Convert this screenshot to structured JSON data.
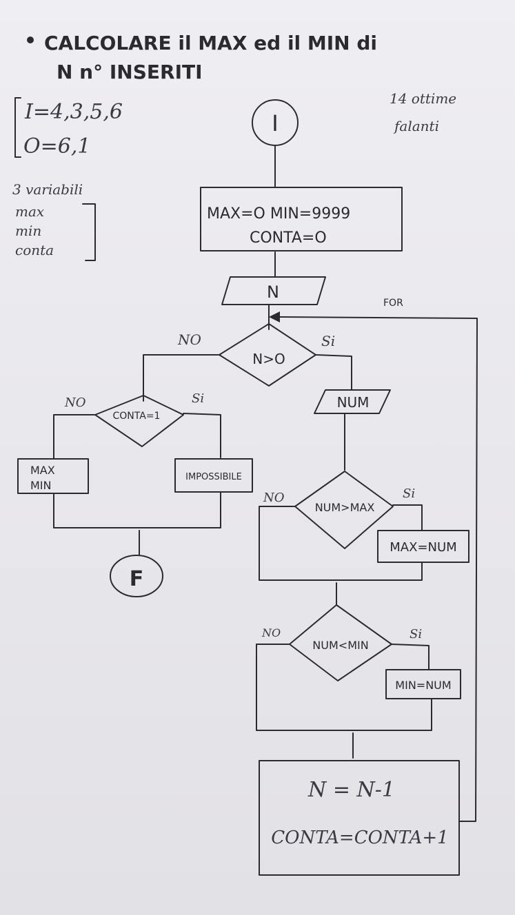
{
  "title": {
    "line1": "CALCOLARE il MAX ed il MIN di",
    "line2": "N n° INSERITI"
  },
  "test_values": {
    "input": "I=4,3,5,6",
    "output": "O=6,1"
  },
  "variables_note": {
    "heading": "3 variabili",
    "items": [
      "max",
      "min",
      "conta"
    ]
  },
  "corner_note": {
    "line1": "14 ottime",
    "line2": "falanti"
  },
  "flowchart": {
    "start": "I",
    "init_line1": "MAX=O  MIN=9999",
    "init_line2": "CONTA=O",
    "input_n": "N",
    "loop_label": "FOR",
    "cond_n": "N>O",
    "cond_n_no": "NO",
    "cond_n_yes": "Si",
    "input_num": "NUM",
    "cond_conta": "CONTA=1",
    "cond_conta_no": "NO",
    "cond_conta_yes": "Si",
    "out_maxmin_line1": "MAX",
    "out_maxmin_line2": "MIN",
    "out_impossible": "IMPOSSIBILE",
    "end": "F",
    "cond_max": "NUM>MAX",
    "cond_max_no": "NO",
    "cond_max_yes": "Si",
    "assign_max": "MAX=NUM",
    "cond_min": "NUM<MIN",
    "cond_min_no": "NO",
    "cond_min_yes": "Si",
    "assign_min": "MIN=NUM",
    "update_line1": "N = N-1",
    "update_line2": "CONTA=CONTA+1"
  }
}
